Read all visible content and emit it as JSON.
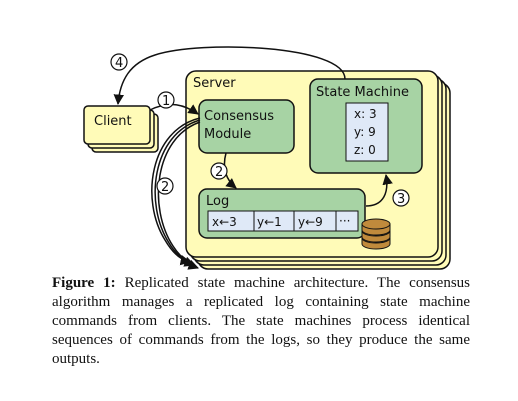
{
  "diagram": {
    "client": {
      "label": "Client"
    },
    "server": {
      "label": "Server"
    },
    "consensus": {
      "line1": "Consensus",
      "line2": "Module"
    },
    "state_machine": {
      "label": "State Machine",
      "vars": [
        "x: 3",
        "y: 9",
        "z: 0"
      ]
    },
    "log": {
      "label": "Log",
      "entries": [
        "x←3",
        "y←1",
        "y←9",
        "···"
      ]
    },
    "steps": [
      "1",
      "2",
      "2",
      "3",
      "4"
    ]
  },
  "caption": {
    "figure_label": "Figure 1:",
    "text": "Replicated state machine architecture. The consensus algorithm manages a replicated log containing state machine commands from clients. The state machines process identical sequences of commands from the logs, so they produce the same outputs."
  },
  "colors": {
    "server_fill": "#fffbb8",
    "module_fill": "#a7d3a4",
    "inner_fill": "#dfe9f7",
    "disk_fill": "#c08a3c"
  }
}
